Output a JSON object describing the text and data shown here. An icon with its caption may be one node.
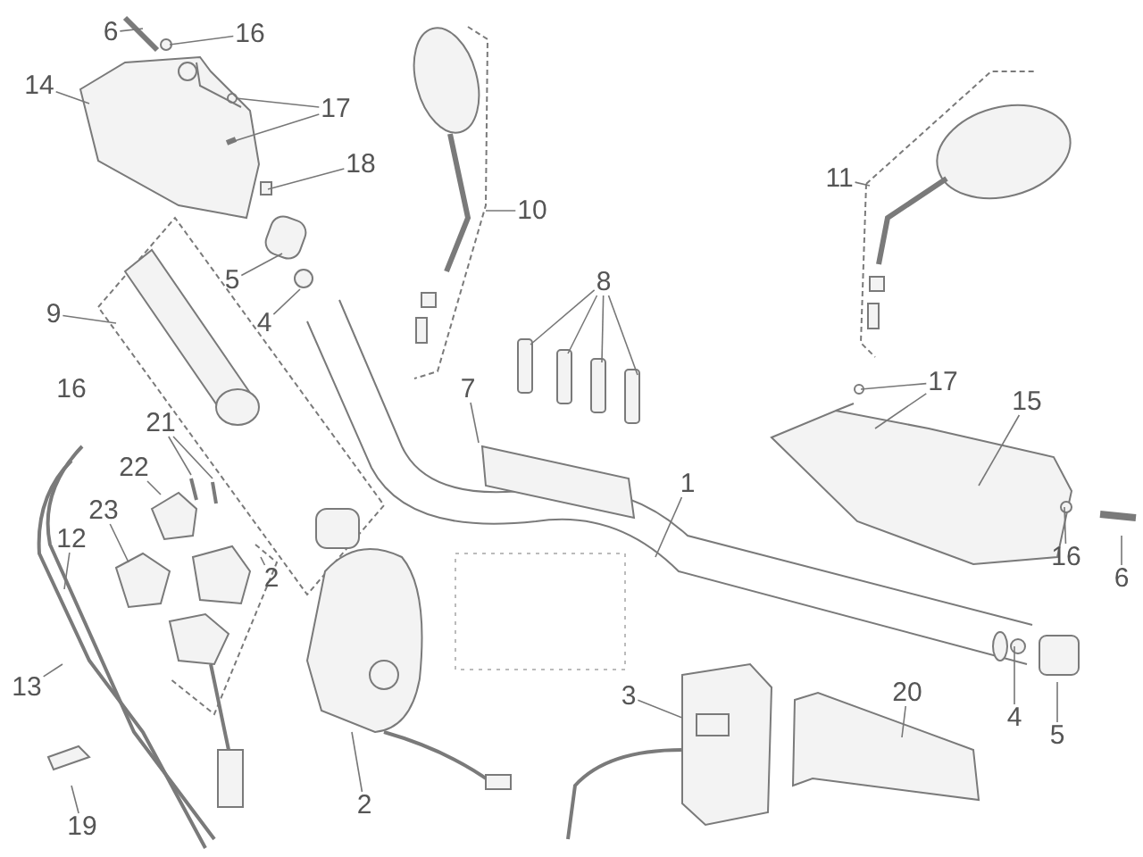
{
  "diagram": {
    "nodes": [
      {
        "text": [
          "6"
        ]
      },
      {
        "text": [
          "16"
        ]
      },
      {
        "text": [
          "14"
        ]
      },
      {
        "text": [
          "17"
        ]
      },
      {
        "text": [
          "18"
        ]
      },
      {
        "text": [
          "10"
        ]
      },
      {
        "text": [
          "5"
        ]
      },
      {
        "text": [
          "4"
        ]
      },
      {
        "text": [
          "9"
        ]
      },
      {
        "text": [
          "7"
        ]
      },
      {
        "text": [
          "8"
        ]
      },
      {
        "text": [
          "11"
        ]
      },
      {
        "text": [
          "17"
        ]
      },
      {
        "text": [
          "15"
        ]
      },
      {
        "text": [
          "1"
        ]
      },
      {
        "text": [
          "21"
        ]
      },
      {
        "text": [
          "22"
        ]
      },
      {
        "text": [
          "23"
        ]
      },
      {
        "text": [
          "12"
        ]
      },
      {
        "text": [
          "2"
        ]
      },
      {
        "text": [
          "13"
        ]
      },
      {
        "text": [
          "2"
        ]
      },
      {
        "text": [
          "19"
        ]
      },
      {
        "text": [
          "3"
        ]
      },
      {
        "text": [
          "20"
        ]
      },
      {
        "text": [
          "4"
        ]
      },
      {
        "text": [
          "5"
        ]
      },
      {
        "text": [
          "16"
        ]
      },
      {
        "text": [
          "6"
        ]
      }
    ],
    "edges": [
      {
        "from": 0,
        "to": null,
        "arrow": "none"
      },
      {
        "from": 1,
        "to": null,
        "arrow": "none"
      },
      {
        "from": 2,
        "to": null,
        "arrow": "none"
      },
      {
        "from": 3,
        "to": null,
        "arrow": "none"
      },
      {
        "from": 3,
        "to": null,
        "arrow": "none"
      },
      {
        "from": 4,
        "to": null,
        "arrow": "none"
      },
      {
        "from": 5,
        "to": null,
        "arrow": "none"
      },
      {
        "from": 6,
        "to": null,
        "arrow": "none"
      },
      {
        "from": 7,
        "to": null,
        "arrow": "none"
      },
      {
        "from": 8,
        "to": null,
        "arrow": "none"
      },
      {
        "from": 9,
        "to": null,
        "arrow": "none"
      },
      {
        "from": 10,
        "to": null,
        "arrow": "none"
      },
      {
        "from": 10,
        "to": null,
        "arrow": "none"
      },
      {
        "from": 10,
        "to": null,
        "arrow": "none"
      },
      {
        "from": 10,
        "to": null,
        "arrow": "none"
      },
      {
        "from": 11,
        "to": null,
        "arrow": "none"
      },
      {
        "from": 12,
        "to": null,
        "arrow": "none"
      },
      {
        "from": 12,
        "to": null,
        "arrow": "none"
      },
      {
        "from": 13,
        "to": null,
        "arrow": "none"
      },
      {
        "from": 14,
        "to": null,
        "arrow": "none"
      },
      {
        "from": 15,
        "to": null,
        "arrow": "none"
      },
      {
        "from": 15,
        "to": null,
        "arrow": "none"
      },
      {
        "from": 16,
        "to": null,
        "arrow": "none"
      },
      {
        "from": 17,
        "to": null,
        "arrow": "none"
      },
      {
        "from": 18,
        "to": null,
        "arrow": "none"
      },
      {
        "from": 19,
        "to": null,
        "arrow": "none"
      },
      {
        "from": 20,
        "to": null,
        "arrow": "none"
      },
      {
        "from": 21,
        "to": null,
        "arrow": "none"
      },
      {
        "from": 22,
        "to": null,
        "arrow": "none"
      },
      {
        "from": 23,
        "to": null,
        "arrow": "none"
      },
      {
        "from": 24,
        "to": null,
        "arrow": "none"
      },
      {
        "from": 25,
        "to": null,
        "arrow": "none"
      },
      {
        "from": 26,
        "to": null,
        "arrow": "none"
      },
      {
        "from": 27,
        "to": null,
        "arrow": "none"
      },
      {
        "from": 28,
        "to": null,
        "arrow": "none"
      }
    ],
    "labels": [
      "16"
    ]
  }
}
